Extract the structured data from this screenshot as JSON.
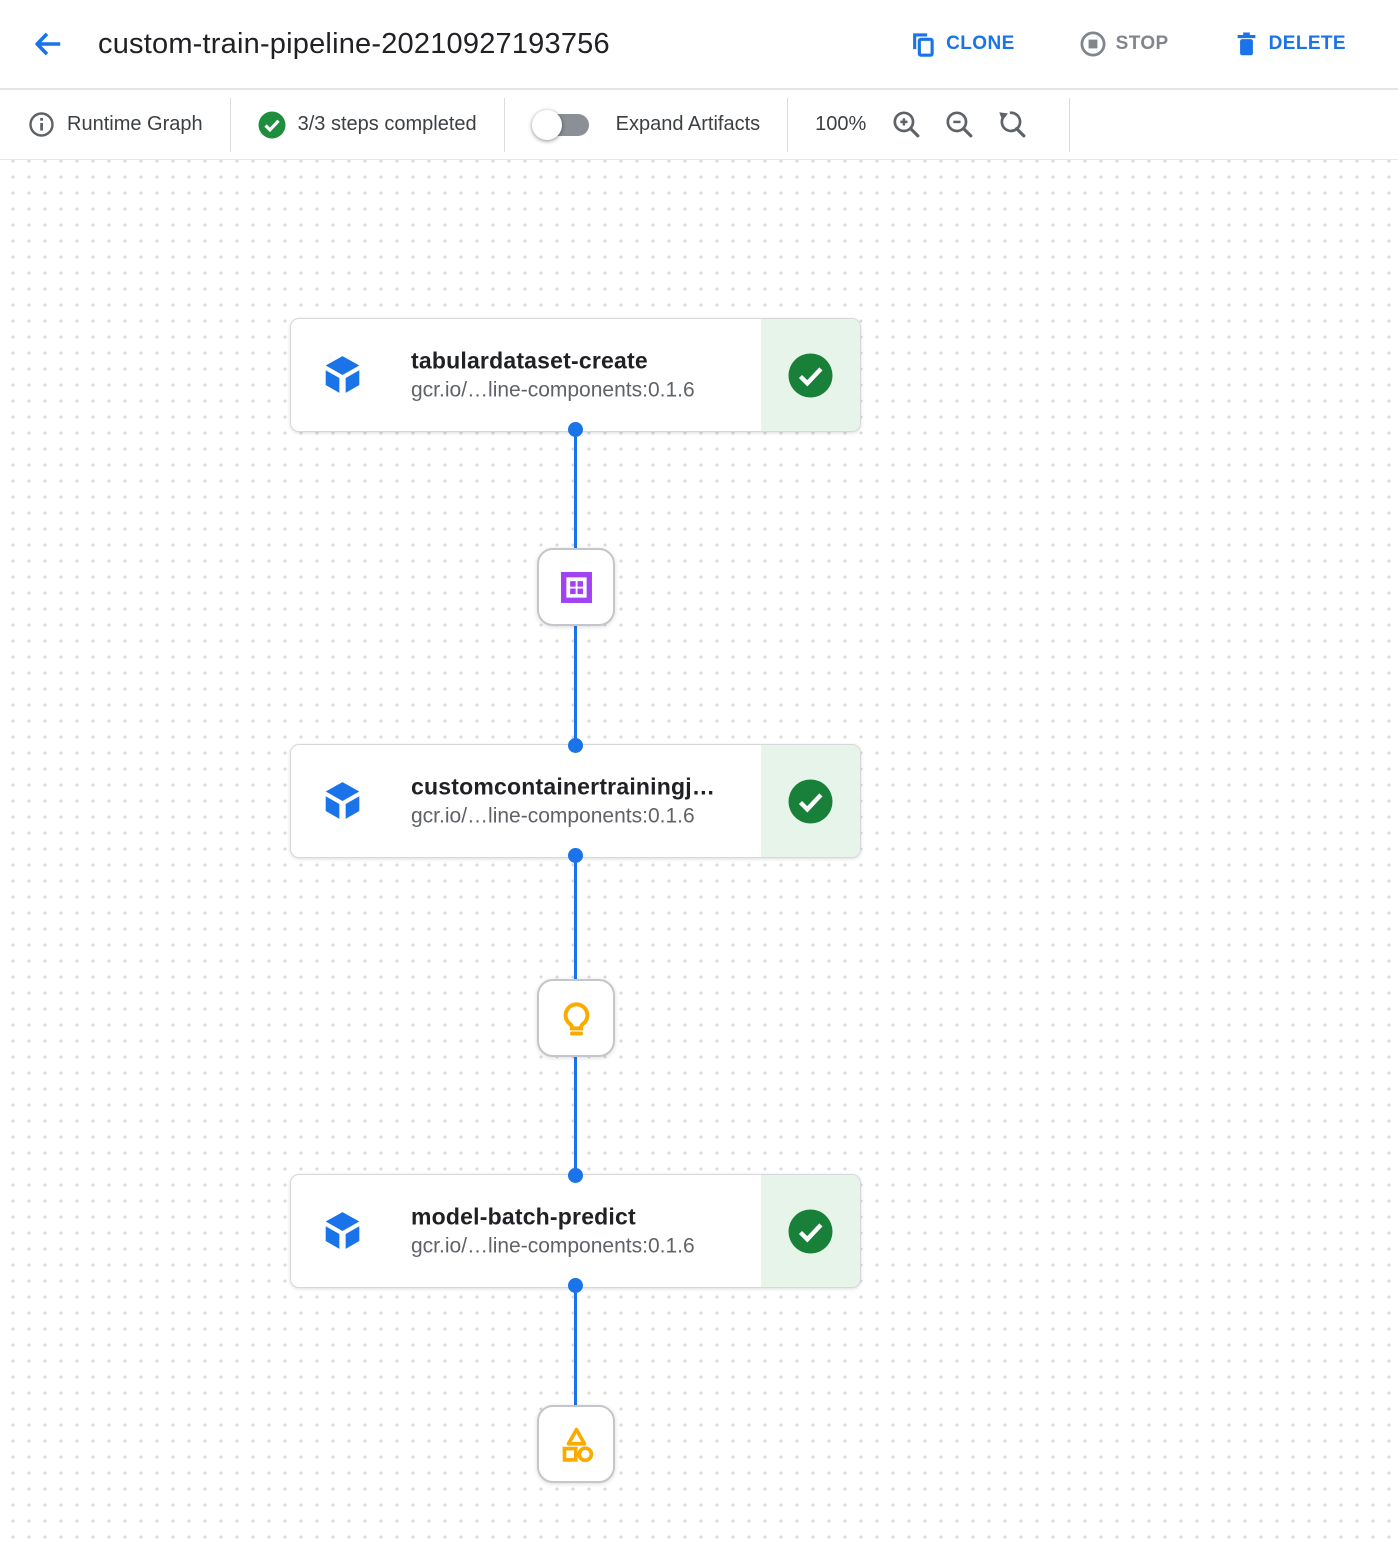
{
  "header": {
    "title": "custom-train-pipeline-20210927193756",
    "actions": {
      "clone": "CLONE",
      "stop": "STOP",
      "delete": "DELETE"
    }
  },
  "toolbar": {
    "runtime_graph": "Runtime Graph",
    "steps_completed": "3/3 steps completed",
    "expand_artifacts": "Expand Artifacts",
    "zoom_level": "100%"
  },
  "graph": {
    "nodes": [
      {
        "title": "tabulardataset-create",
        "subtitle": "gcr.io/…line-components:0.1.6",
        "status": "completed"
      },
      {
        "title": "customcontainertrainingj…",
        "subtitle": "gcr.io/…line-components:0.1.6",
        "status": "completed"
      },
      {
        "title": "model-batch-predict",
        "subtitle": "gcr.io/…line-components:0.1.6",
        "status": "completed"
      }
    ],
    "artifacts": [
      {
        "icon": "dataset-icon",
        "color": "#a142f4"
      },
      {
        "icon": "model-icon",
        "color": "#f9ab00"
      },
      {
        "icon": "artifact-icon",
        "color": "#f9ab00"
      }
    ]
  },
  "colors": {
    "accent_blue": "#1a73e8",
    "success_green": "#188038",
    "success_panel_bg": "#e6f4ea",
    "dataset_purple": "#a142f4",
    "artifact_amber": "#f9ab00",
    "text_primary": "#202124",
    "text_secondary": "#5f6368",
    "disabled_gray": "#80868b"
  }
}
